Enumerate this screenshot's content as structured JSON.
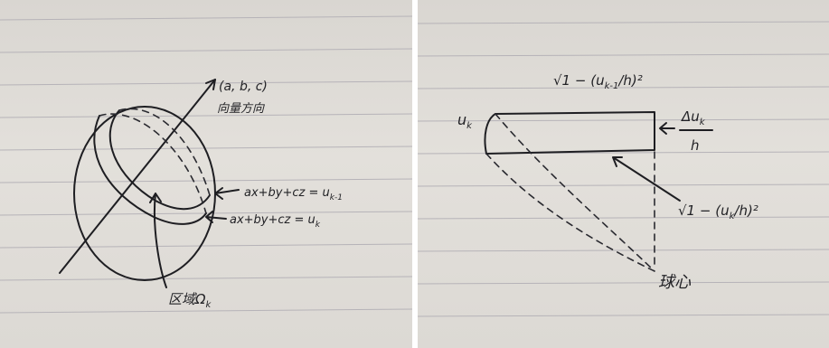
{
  "left_photo": {
    "labels": {
      "vector": "(a, b, c)",
      "direction": "向量方向",
      "plane_upper": "ax+by+cz = u",
      "plane_upper_sub": "k-1",
      "plane_lower": "ax+by+cz = u",
      "plane_lower_sub": "k",
      "region": "区域Ω",
      "region_sub": "k"
    }
  },
  "right_photo": {
    "labels": {
      "top_formula_prefix": "√1 − (",
      "top_formula_num": "u",
      "top_formula_num_sub": "k-1",
      "top_formula_den": "h",
      "top_formula_suffix": ")²",
      "uk": "u",
      "uk_sub": "k",
      "delta_num": "Δu",
      "delta_num_sub": "k",
      "delta_den": "h",
      "bottom_formula_prefix": "√1 − (",
      "bottom_formula_num": "u",
      "bottom_formula_num_sub": "k",
      "bottom_formula_den": "h",
      "bottom_formula_suffix": ")²",
      "center": "球心"
    }
  }
}
